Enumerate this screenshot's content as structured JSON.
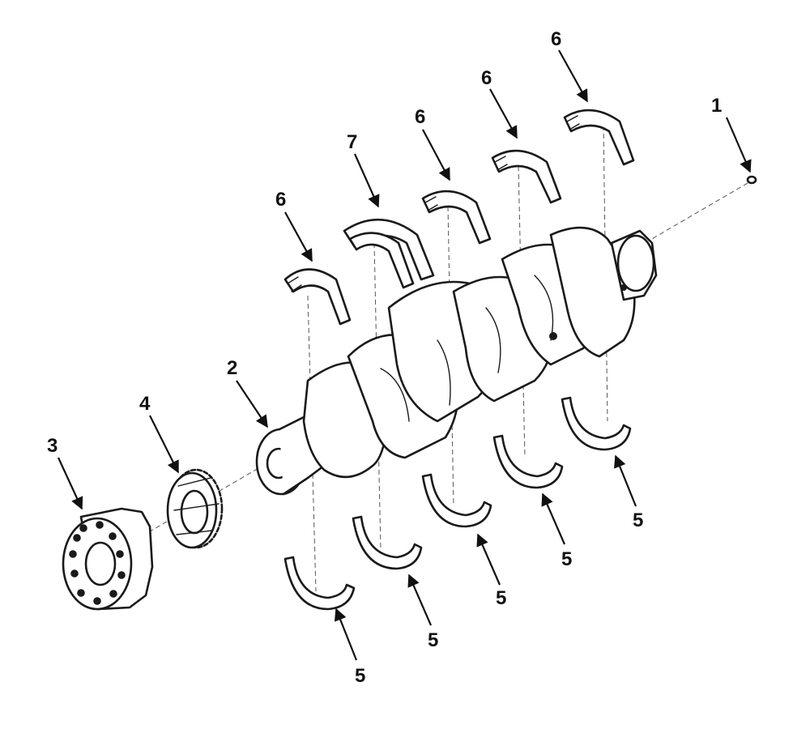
{
  "callouts": {
    "c1": "1",
    "c2": "2",
    "c3": "3",
    "c4": "4",
    "c5a": "5",
    "c5b": "5",
    "c5c": "5",
    "c5d": "5",
    "c5e": "5",
    "c6a": "6",
    "c6b": "6",
    "c6c": "6",
    "c6d": "6",
    "c7": "7"
  },
  "parts": [
    {
      "ref": "1",
      "name": "pin-icon"
    },
    {
      "ref": "2",
      "name": "crankshaft-icon"
    },
    {
      "ref": "3",
      "name": "pulley-hub-icon"
    },
    {
      "ref": "4",
      "name": "crank-gear-icon"
    },
    {
      "ref": "5",
      "name": "lower-bearing-shell-icon"
    },
    {
      "ref": "6",
      "name": "upper-bearing-shell-icon"
    },
    {
      "ref": "7",
      "name": "thrust-bearing-shell-icon"
    }
  ]
}
